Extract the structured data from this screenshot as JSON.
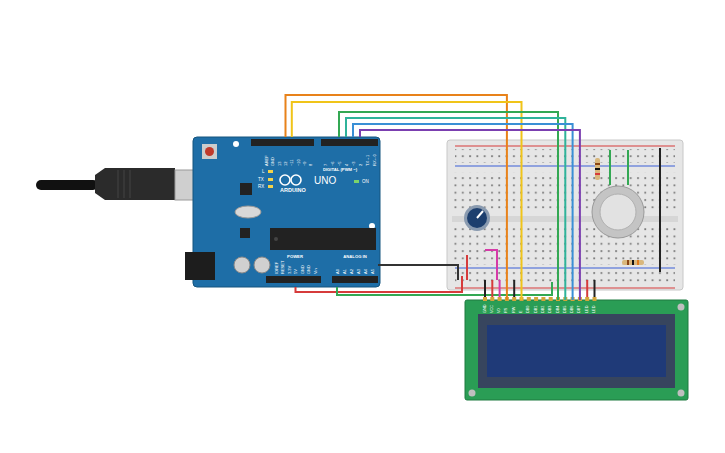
{
  "diagram": {
    "nodes": [
      {
        "text": [
          "ARDUINO",
          "UNO",
          "DIGITAL (PWM ~)",
          "POWER",
          "ANALOG IN"
        ]
      },
      {
        "text": [
          "GND",
          "VCC",
          "V0",
          "RS",
          "RW",
          "E",
          "DB0",
          "DB1",
          "DB2",
          "DB3",
          "DB4",
          "DB5",
          "DB6",
          "DB7",
          "LED",
          "LED"
        ]
      }
    ],
    "edges": [
      {
        "from": 0,
        "to": 1,
        "arrow": "none"
      },
      {
        "from": 0,
        "to": 1,
        "arrow": "none"
      },
      {
        "from": 0,
        "to": 1,
        "arrow": "none"
      },
      {
        "from": 0,
        "to": 1,
        "arrow": "none"
      },
      {
        "from": 0,
        "to": 1,
        "arrow": "none"
      },
      {
        "from": 0,
        "to": 1,
        "arrow": "none"
      }
    ],
    "labels": [
      "AREF",
      "GND",
      "13",
      "12",
      "~11",
      "~10",
      "~9",
      "8",
      "7",
      "~6",
      "~5",
      "4",
      "~3",
      "2",
      "TX→1",
      "RX←0",
      "L",
      "TX",
      "RX",
      "ON",
      "IOREF",
      "RESET",
      "3.3V",
      "5V",
      "GND",
      "GND",
      "Vin",
      "A0",
      "A1",
      "A2",
      "A3",
      "A4",
      "A5"
    ]
  }
}
